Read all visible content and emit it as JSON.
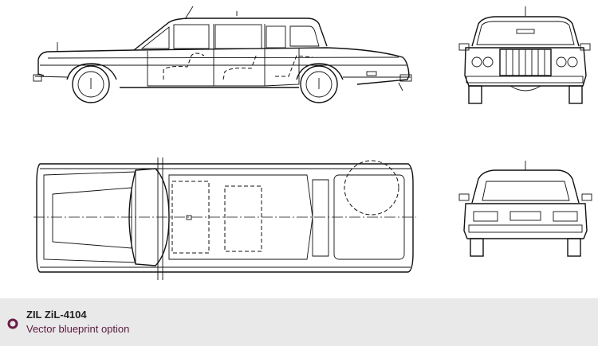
{
  "caption": {
    "title": "ZIL ZiL-4104",
    "subtitle": "Vector blueprint option",
    "bullet_color": "#6b1d45"
  },
  "blueprint": {
    "views": [
      "side",
      "front",
      "top",
      "rear"
    ]
  }
}
